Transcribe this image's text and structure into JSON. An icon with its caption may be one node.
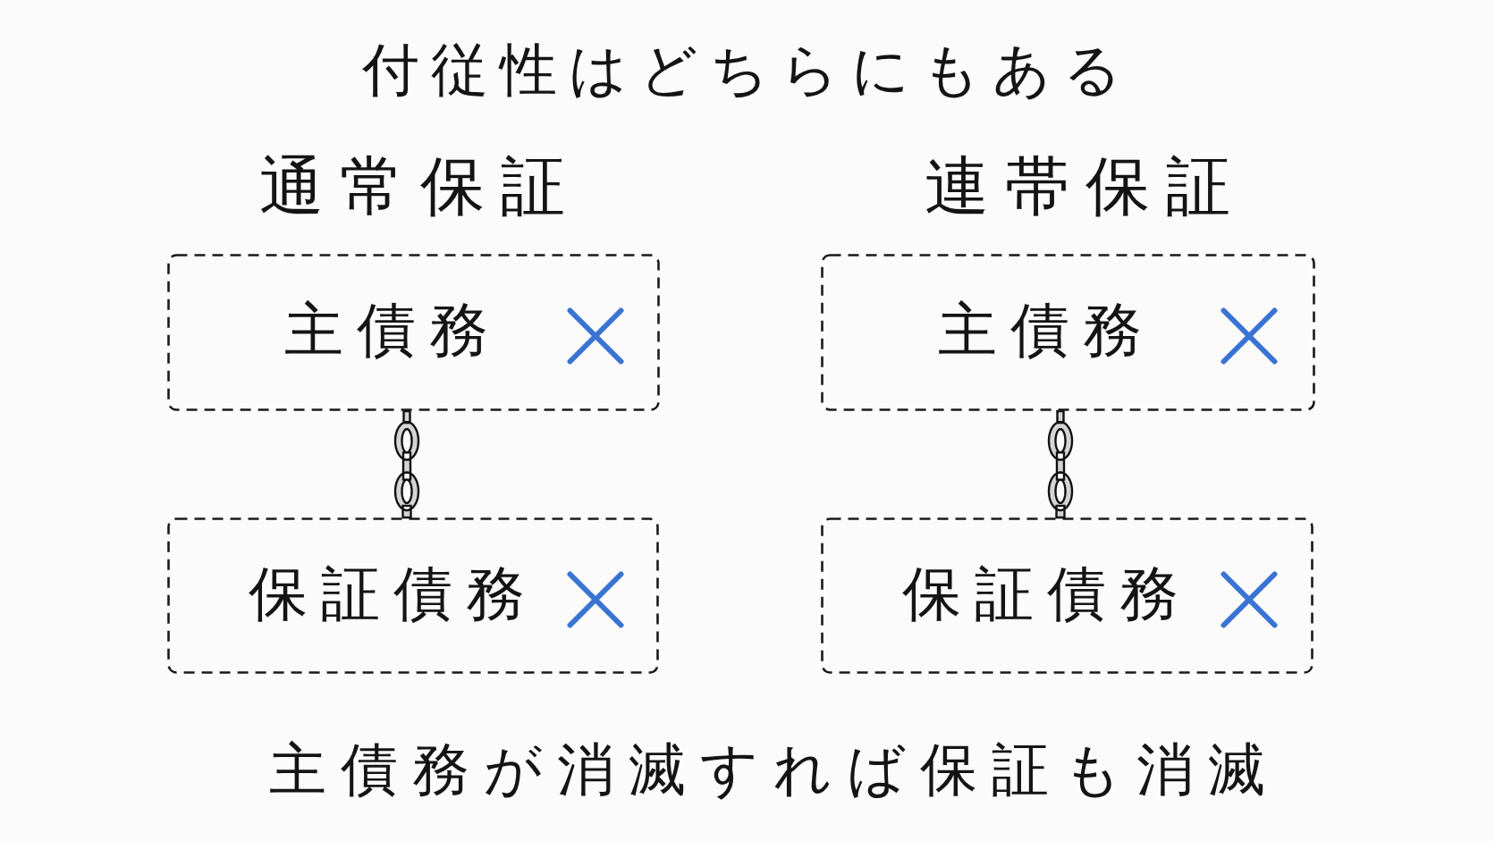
{
  "diagram": {
    "title": "付従性はどちらにもある",
    "caption": "主債務が消滅すれば保証も消滅",
    "nodes": [
      {
        "text": [
          "主債務"
        ]
      },
      {
        "text": [
          "保証債務"
        ]
      },
      {
        "text": [
          "主債務"
        ]
      },
      {
        "text": [
          "保証債務"
        ]
      }
    ],
    "edges": [
      {
        "from": 0,
        "to": 1,
        "arrow": "none"
      },
      {
        "from": 2,
        "to": 3,
        "arrow": "none"
      }
    ],
    "labels": [
      "通常保証",
      "連帯保証"
    ]
  }
}
